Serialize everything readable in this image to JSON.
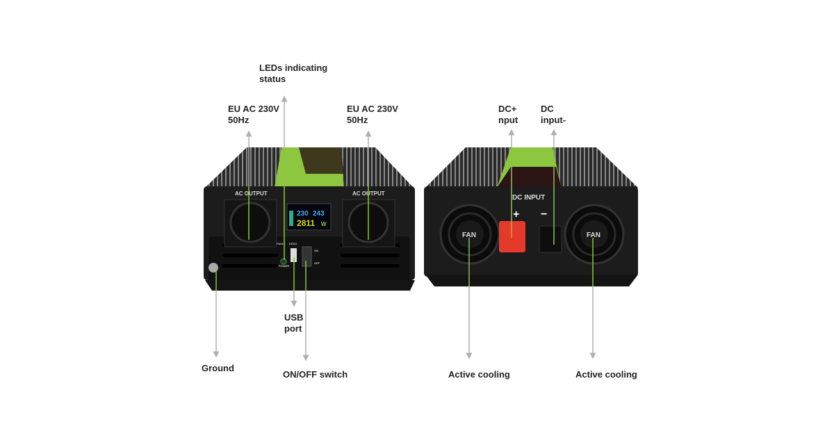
{
  "labels": {
    "leds": [
      "LEDs indicating",
      "status"
    ],
    "eu_ac_left": [
      "EU AC 230V",
      "50Hz"
    ],
    "eu_ac_right": [
      "EU AC 230V",
      "50Hz"
    ],
    "usb": [
      "USB",
      "port"
    ],
    "ground": "Ground",
    "switch": "ON/OFF switch",
    "dc_plus": [
      "DC+",
      "nput"
    ],
    "dc_minus": [
      "DC",
      "input-"
    ],
    "cooling_left": "Active cooling",
    "cooling_right": "Active cooling"
  },
  "device_front": {
    "ac_output": "AC OUTPUT",
    "display_in": "230",
    "display_out": "243",
    "display_power": "2811",
    "display_unit": "W",
    "fault": "FAULT",
    "usb_label": "DC5.0",
    "power": "POWER",
    "on": "ON",
    "off": "OFF"
  },
  "device_back": {
    "dc_input": "DC INPUT",
    "plus": "+",
    "minus": "−",
    "fan": "FAN"
  },
  "colors": {
    "accent": "#8dc63f",
    "leader": "#b0b0b0",
    "body": "#1c1c1c",
    "terminal": "#e53a2a"
  }
}
